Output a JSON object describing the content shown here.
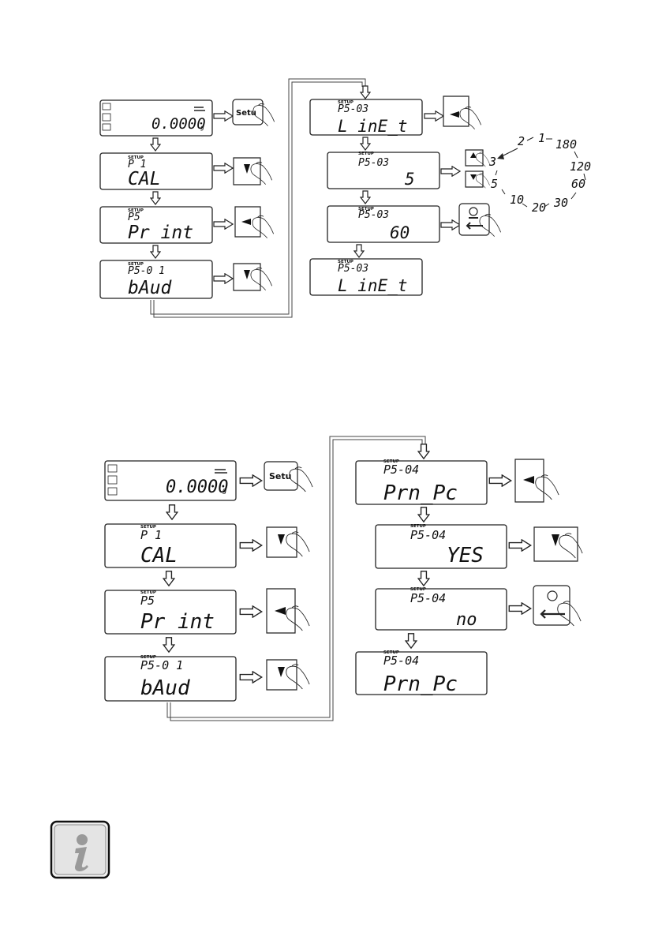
{
  "sections": [
    {
      "name": "line-length-sequence",
      "left_column": [
        {
          "type": "home",
          "value": "0.0000",
          "unit": "g"
        },
        {
          "type": "menu",
          "setup_label": "SETUP",
          "code": "P 1",
          "main": "CAL"
        },
        {
          "type": "menu",
          "setup_label": "SETUP",
          "code": "P5",
          "main": "Pr int"
        },
        {
          "type": "menu",
          "setup_label": "SETUP",
          "code": "P5-0 1",
          "main": "bAud"
        }
      ],
      "right_column": [
        {
          "setup_label": "SETUP",
          "code": "P5-03",
          "main": "L inE_t"
        },
        {
          "setup_label": "SETUP",
          "code": "P5-03",
          "value": "5"
        },
        {
          "setup_label": "SETUP",
          "code": "P5-03",
          "value": "60"
        },
        {
          "setup_label": "SETUP",
          "code": "P5-03",
          "main": "L inE_t"
        }
      ],
      "cycle_values": [
        "2",
        "1",
        "180",
        "120",
        "60",
        "30",
        "20",
        "10",
        "5",
        "3"
      ]
    },
    {
      "name": "print-pc-sequence",
      "left_column": [
        {
          "type": "home",
          "value": "0.0000",
          "unit": "g"
        },
        {
          "type": "menu",
          "setup_label": "SETUP",
          "code": "P 1",
          "main": "CAL"
        },
        {
          "type": "menu",
          "setup_label": "SETUP",
          "code": "P5",
          "main": "Pr int"
        },
        {
          "type": "menu",
          "setup_label": "SETUP",
          "code": "P5-0 1",
          "main": "bAud"
        }
      ],
      "right_column": [
        {
          "setup_label": "SETUP",
          "code": "P5-04",
          "main": "Prn_Pc"
        },
        {
          "setup_label": "SETUP",
          "code": "P5-04",
          "value": "YES"
        },
        {
          "setup_label": "SETUP",
          "code": "P5-04",
          "value": "no"
        },
        {
          "setup_label": "SETUP",
          "code": "P5-04",
          "main": "Prn_Pc"
        }
      ]
    }
  ],
  "keys": {
    "setup_label": "Setu"
  },
  "info_icon": "info-icon"
}
